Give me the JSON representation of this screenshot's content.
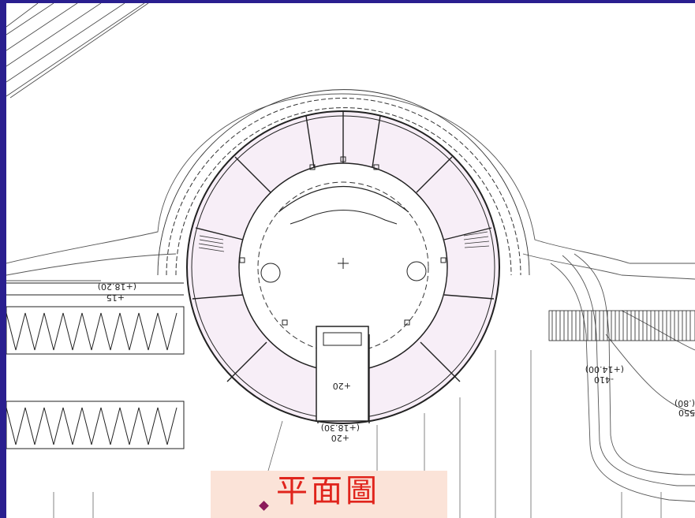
{
  "caption": {
    "text": "平面圖",
    "bullet_color": "#8b1a5a",
    "text_color": "#e0241c",
    "box_color": "#fbe3d8"
  },
  "frame_color": "#2a1f8f",
  "plan_labels": {
    "west_level": "+15",
    "west_level_note": "(+18.20)",
    "south_level": "+20",
    "south_level_note": "(+18.30)",
    "center_level": "+20",
    "east_level": "-410",
    "east_level_note": "(+14.00)",
    "east_edge_level": "550",
    "east_edge_note": "(.80)"
  }
}
